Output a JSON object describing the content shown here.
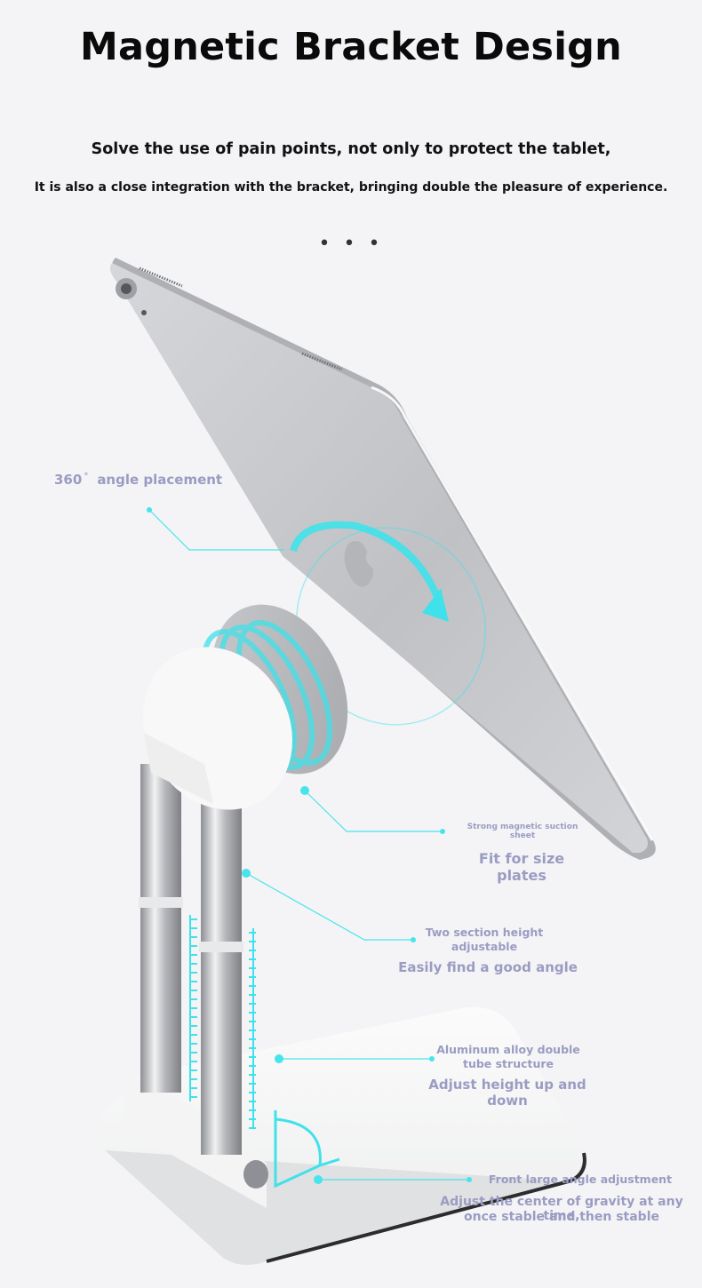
{
  "header": {
    "title": "Magnetic Bracket Design",
    "subtitle_line1": "Solve the use of pain points, not only to protect the tablet,",
    "subtitle_line2": "It is also a close integration with the bracket, bringing double the pleasure of experience.",
    "dots": "• • •"
  },
  "callouts": {
    "angle": {
      "value": "360",
      "degree_symbol": "°",
      "label": "angle placement"
    },
    "magnetic": {
      "small": "Strong magnetic suction sheet",
      "main": "Fit for size plates"
    },
    "height": {
      "small_line1": "Two section height",
      "small_line2": "adjustable",
      "main": "Easily find a good angle"
    },
    "tube": {
      "small_line1": "Aluminum alloy double",
      "small_line2": "tube structure",
      "main": "Adjust height up and down"
    },
    "front": {
      "small": "Front large angle adjustment",
      "main_line1": "Adjust the center of gravity at any time,",
      "main_line2": "once stable and then stable"
    }
  },
  "colors": {
    "accent_cyan": "#35e0ea",
    "label_purple": "#9a9cc2",
    "tablet_silver": "#c2c4c8",
    "stand_white": "#fbfbfb"
  }
}
